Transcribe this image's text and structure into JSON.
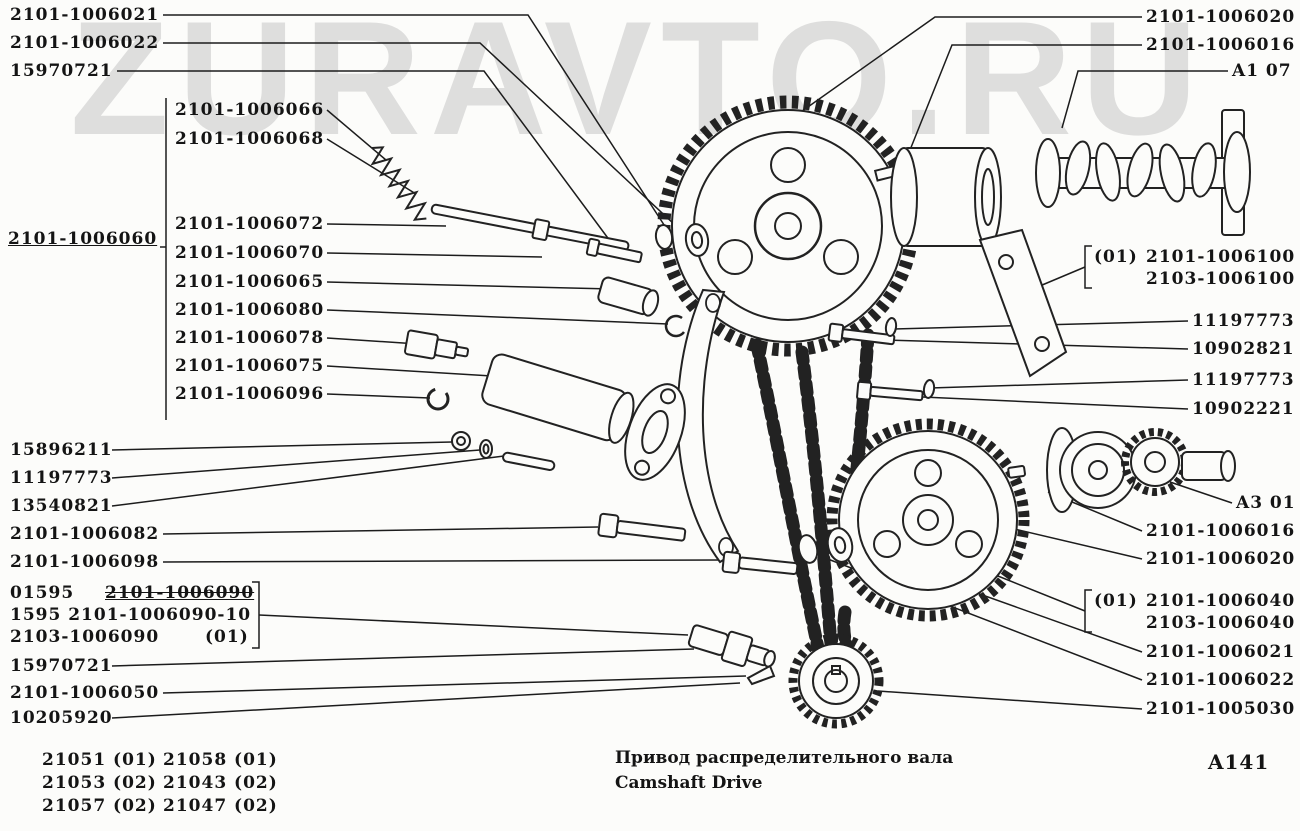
{
  "page": {
    "watermark": "ZURAVTO.RU",
    "caption_ru": "Привод распределительного вала",
    "caption_en": "Camshaft Drive",
    "sheet_code": "A141"
  },
  "model_table": {
    "rows": [
      [
        "21051 (01)",
        "21058 (01)"
      ],
      [
        "21053 (02)",
        "21043 (02)"
      ],
      [
        "21057 (02)",
        "21047 (02)"
      ]
    ]
  },
  "labels": {
    "left": [
      {
        "text": "2101-1006021"
      },
      {
        "text": "2101-1006022"
      },
      {
        "text": "15970721"
      },
      {
        "text": "2101-1006066"
      },
      {
        "text": "2101-1006068"
      },
      {
        "text": "2101-1006072"
      },
      {
        "text": "2101-1006060"
      },
      {
        "text": "2101-1006070"
      },
      {
        "text": "2101-1006065"
      },
      {
        "text": "2101-1006080"
      },
      {
        "text": "2101-1006078"
      },
      {
        "text": "2101-1006075"
      },
      {
        "text": "2101-1006096"
      },
      {
        "text": "15896211"
      },
      {
        "text": "11197773"
      },
      {
        "text": "13540821"
      },
      {
        "text": "2101-1006082"
      },
      {
        "text": "2101-1006098"
      },
      {
        "text": "01595"
      },
      {
        "text": "2101-1006090"
      },
      {
        "text": "1595 2101-1006090-10"
      },
      {
        "text": "2103-1006090"
      },
      {
        "text": "(01)"
      },
      {
        "text": "15970721"
      },
      {
        "text": "2101-1006050"
      },
      {
        "text": "10205920"
      }
    ],
    "right": [
      {
        "text": "2101-1006020"
      },
      {
        "text": "2101-1006016"
      },
      {
        "text": "A1 07"
      },
      {
        "text": "(01)"
      },
      {
        "text": "2101-1006100"
      },
      {
        "text": "2103-1006100"
      },
      {
        "text": "11197773"
      },
      {
        "text": "10902821"
      },
      {
        "text": "11197773"
      },
      {
        "text": "10902221"
      },
      {
        "text": "A3 01"
      },
      {
        "text": "2101-1006016"
      },
      {
        "text": "2101-1006020"
      },
      {
        "text": "(01)"
      },
      {
        "text": "2101-1006040"
      },
      {
        "text": "2103-1006040"
      },
      {
        "text": "2101-1006021"
      },
      {
        "text": "2101-1006022"
      },
      {
        "text": "2101-1005030"
      }
    ]
  }
}
